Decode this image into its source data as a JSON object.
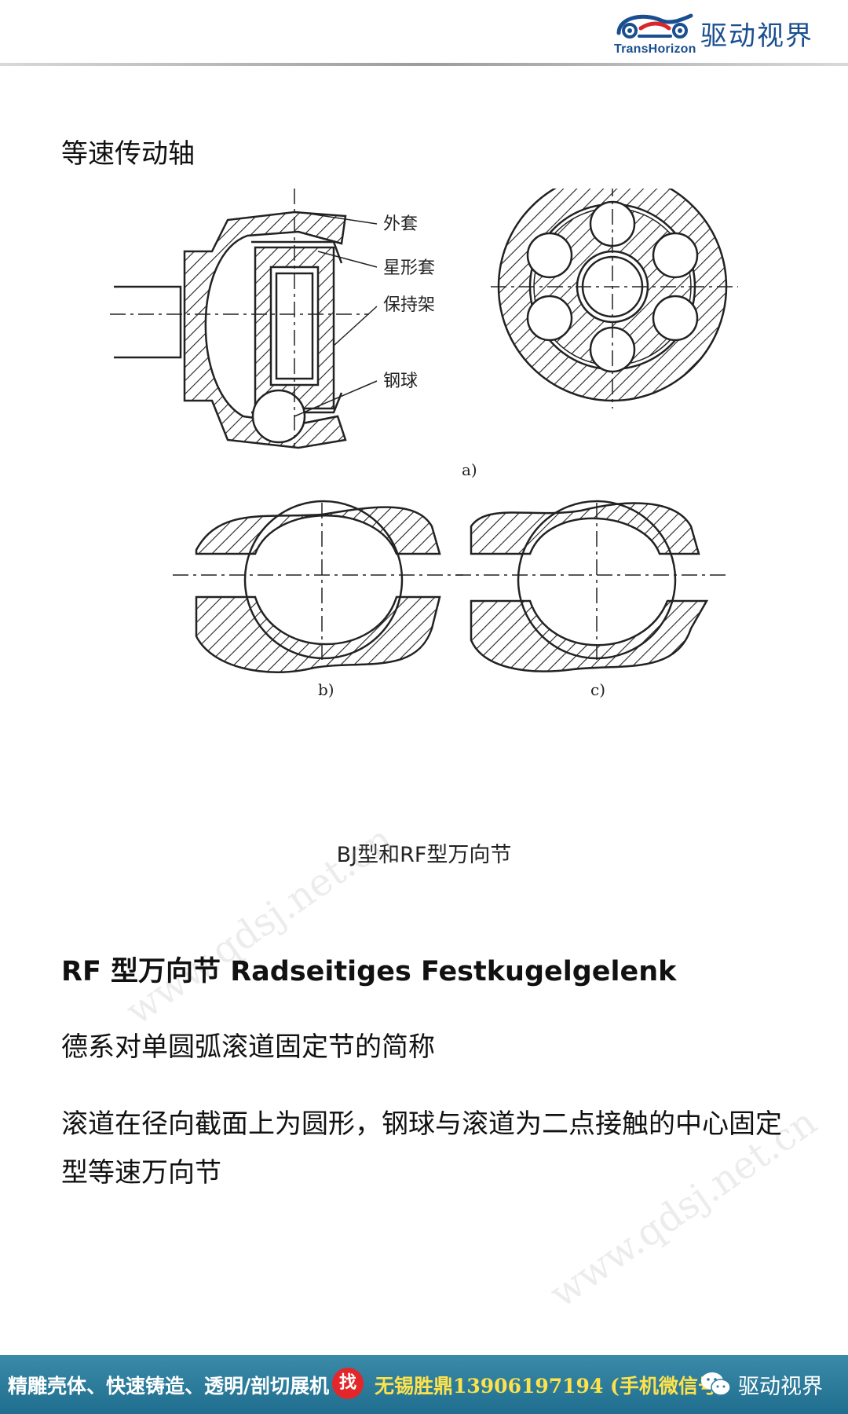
{
  "brand": {
    "logo_en": "TransHorizon",
    "logo_cn": "驱动视界",
    "color": "#1a4f8f"
  },
  "section_title": "等速传动轴",
  "figure": {
    "labels": {
      "outer_race": "外套",
      "inner_race": "星形套",
      "cage": "保持架",
      "ball": "钢球",
      "a": "a)",
      "b": "b)",
      "c": "c)"
    }
  },
  "caption": "BJ型和RF型万向节",
  "heading_rf": "RF 型万向节 Radseitiges Festkugelgelenk",
  "para1": "德系对单圆弧滚道固定节的简称",
  "para2": "滚道在径向截面上为圆形，钢球与滚道为二点接触的中心固定型等速万向节",
  "watermark": "www.qdsj.net.cn",
  "footer": {
    "ad_text": "精雕壳体、快速铸造、透明/剖切展机",
    "find_badge": "找",
    "contact": "无锡胜鼎13906197194 (手机微信号)",
    "brand": "驱动视界",
    "bg_color": "#2a7c9e",
    "contact_color": "#ffe24a"
  }
}
